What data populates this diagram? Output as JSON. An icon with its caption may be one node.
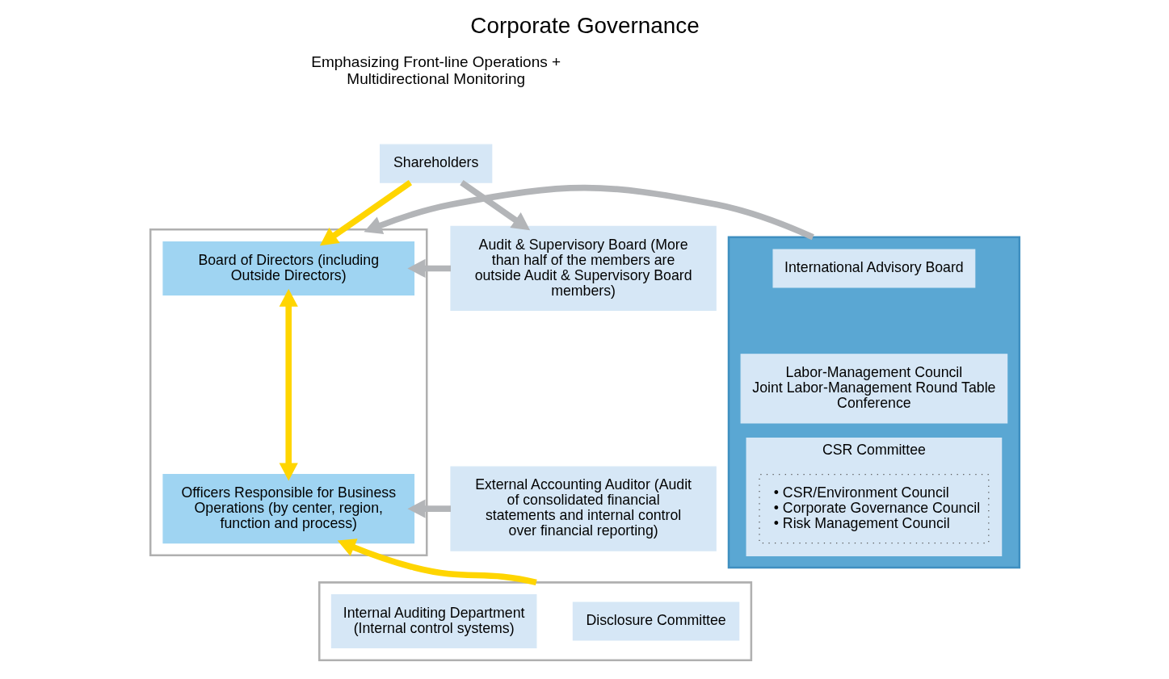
{
  "diagram": {
    "title": "Corporate Governance",
    "nodes": [
      {
        "text": [
          "Shareholders"
        ]
      },
      {
        "text": [
          "Audit & Supervisory Board (More than half of the members are outside Audit & Supervisory Board members)"
        ]
      },
      {
        "text": [],
        "shape": "box"
      },
      {
        "text": [
          "Board of Directors (including Outside Directors)"
        ],
        "in": 2
      },
      {
        "text": [
          "Officers Responsible for Business Operations (by center, region, function and process)"
        ],
        "in": 2
      },
      {
        "text": [
          "External Accounting Auditor (Audit of consolidated financial statements and internal control over financial reporting)"
        ]
      },
      {
        "text": [],
        "shape": "box"
      },
      {
        "text": [
          "International Advisory Board"
        ],
        "in": 6
      },
      {
        "text": [
          "Labor-Management Council",
          "Joint Labor-Management Round Table Conference"
        ],
        "in": 6
      },
      {
        "text": [
          "CSR Committee"
        ],
        "in": 6
      },
      {
        "text": [
          "• CSR/Environment Council",
          "• Corporate Governance Council",
          "• Risk Management Council"
        ],
        "in": 9
      },
      {
        "text": [],
        "shape": "box"
      },
      {
        "text": [
          "Disclosure Committee"
        ],
        "in": 11
      },
      {
        "text": [
          "Internal Auditing Department (Internal control systems)"
        ],
        "in": 11
      }
    ],
    "edges": [
      {
        "from": 0,
        "to": 1,
        "arrow": "to"
      },
      {
        "from": 0,
        "to": 3,
        "arrow": "to",
        "color": "#ffd500"
      },
      {
        "from": 1,
        "to": 3,
        "arrow": "to"
      },
      {
        "from": 3,
        "to": 4,
        "arrow": "both",
        "color": "#ffd500"
      },
      {
        "from": 5,
        "to": 4,
        "arrow": "to"
      },
      {
        "from": 6,
        "to": 2,
        "arrow": "to"
      },
      {
        "from": 11,
        "to": 4,
        "arrow": "to",
        "color": "#ffd500"
      }
    ],
    "labels": [
      "Emphasizing Front-line Operations + Multidirectional Monitoring"
    ]
  }
}
